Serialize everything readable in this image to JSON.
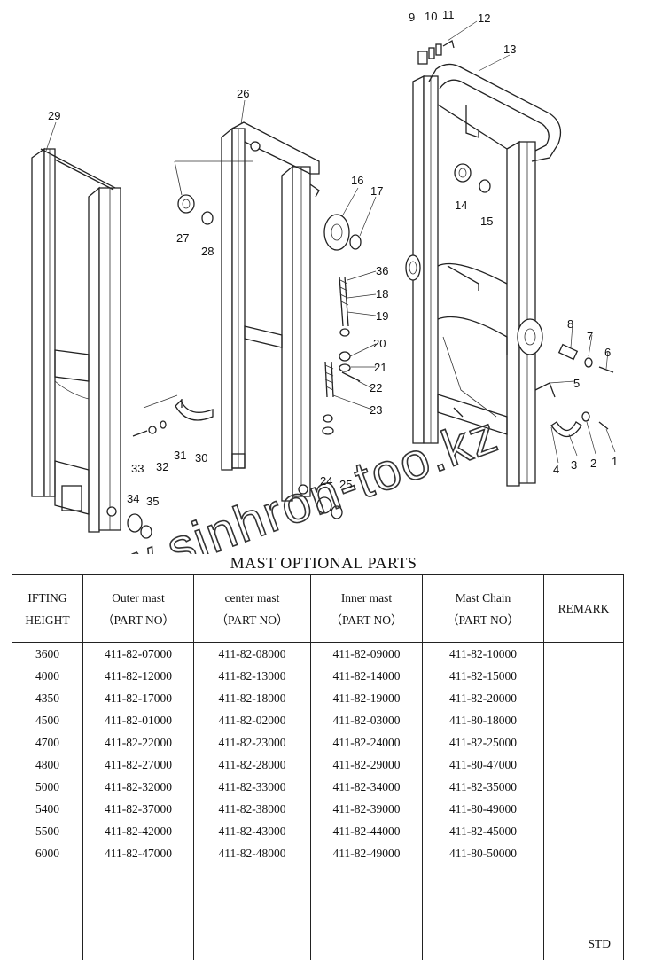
{
  "diagram": {
    "callouts": [
      "1",
      "2",
      "3",
      "4",
      "5",
      "6",
      "7",
      "8",
      "9",
      "10",
      "11",
      "12",
      "13",
      "14",
      "15",
      "16",
      "17",
      "18",
      "19",
      "20",
      "21",
      "22",
      "23",
      "24",
      "25",
      "26",
      "27",
      "28",
      "29",
      "30",
      "31",
      "32",
      "33",
      "34",
      "35",
      "36"
    ],
    "watermark": "www.sinhron-too.kz"
  },
  "table": {
    "title": "MAST    OPTIONAL PARTS",
    "headers": [
      [
        "IFTING",
        "HEIGHT"
      ],
      [
        "Outer mast",
        "（PART NO）"
      ],
      [
        "center mast",
        "（PART NO）"
      ],
      [
        "Inner mast",
        "（PART NO）"
      ],
      [
        "Mast Chain",
        "（PART NO）"
      ],
      [
        "REMARK"
      ]
    ],
    "rows": [
      [
        "3600",
        "411-82-07000",
        "411-82-08000",
        "411-82-09000",
        "411-82-10000",
        ""
      ],
      [
        "4000",
        "411-82-12000",
        "411-82-13000",
        "411-82-14000",
        "411-82-15000",
        ""
      ],
      [
        "4350",
        "411-82-17000",
        "411-82-18000",
        "411-82-19000",
        "411-82-20000",
        ""
      ],
      [
        "4500",
        "411-82-01000",
        "411-82-02000",
        "411-82-03000",
        "411-80-18000",
        ""
      ],
      [
        "4700",
        "411-82-22000",
        "411-82-23000",
        "411-82-24000",
        "411-82-25000",
        ""
      ],
      [
        "4800",
        "411-82-27000",
        "411-82-28000",
        "411-82-29000",
        "411-80-47000",
        ""
      ],
      [
        "5000",
        "411-82-32000",
        "411-82-33000",
        "411-82-34000",
        "411-82-35000",
        ""
      ],
      [
        "5400",
        "411-82-37000",
        "411-82-38000",
        "411-82-39000",
        "411-80-49000",
        ""
      ],
      [
        "5500",
        "411-82-42000",
        "411-82-43000",
        "411-82-44000",
        "411-82-45000",
        ""
      ],
      [
        "6000",
        "411-82-47000",
        "411-82-48000",
        "411-82-49000",
        "411-80-50000",
        ""
      ]
    ],
    "remark_std": "STD"
  }
}
